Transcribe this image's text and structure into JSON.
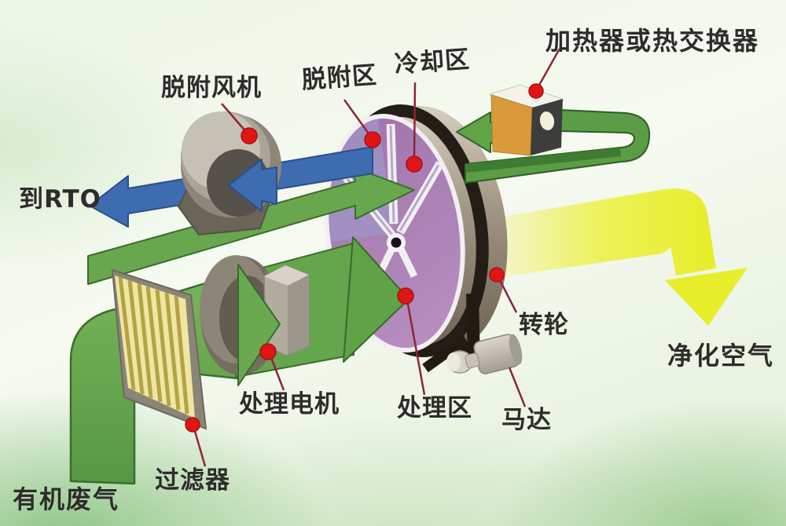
{
  "diagram": {
    "type": "rotor-concentrator-voc-process-diagram",
    "labels": {
      "heater": "加热器或热交换器",
      "desorption_fan": "脱附风机",
      "desorption_zone": "脱附区",
      "cooling_zone": "冷却区",
      "to_rto": "到RTO",
      "rotor_wheel": "转轮",
      "purified_air": "净化空气",
      "motor": "马达",
      "treatment_zone": "处理区",
      "treatment_motor": "处理电机",
      "filter": "过滤器",
      "organic_waste_gas": "有机废气"
    },
    "colors": {
      "flow_green": "#68a74d",
      "flow_blue": "#3d6cb0",
      "flow_yellow": "#e7ee2b",
      "wheel_purple": "#a87eb4",
      "wheel_rim_tan": "#a19684",
      "belt_black": "#241d16",
      "marker_red": "#e01616",
      "leader_maroon": "#8e2638",
      "heater_orange": "#d99a3c",
      "filter_yellow": "#efe6a0",
      "label_text": "#2d2c2a"
    }
  }
}
